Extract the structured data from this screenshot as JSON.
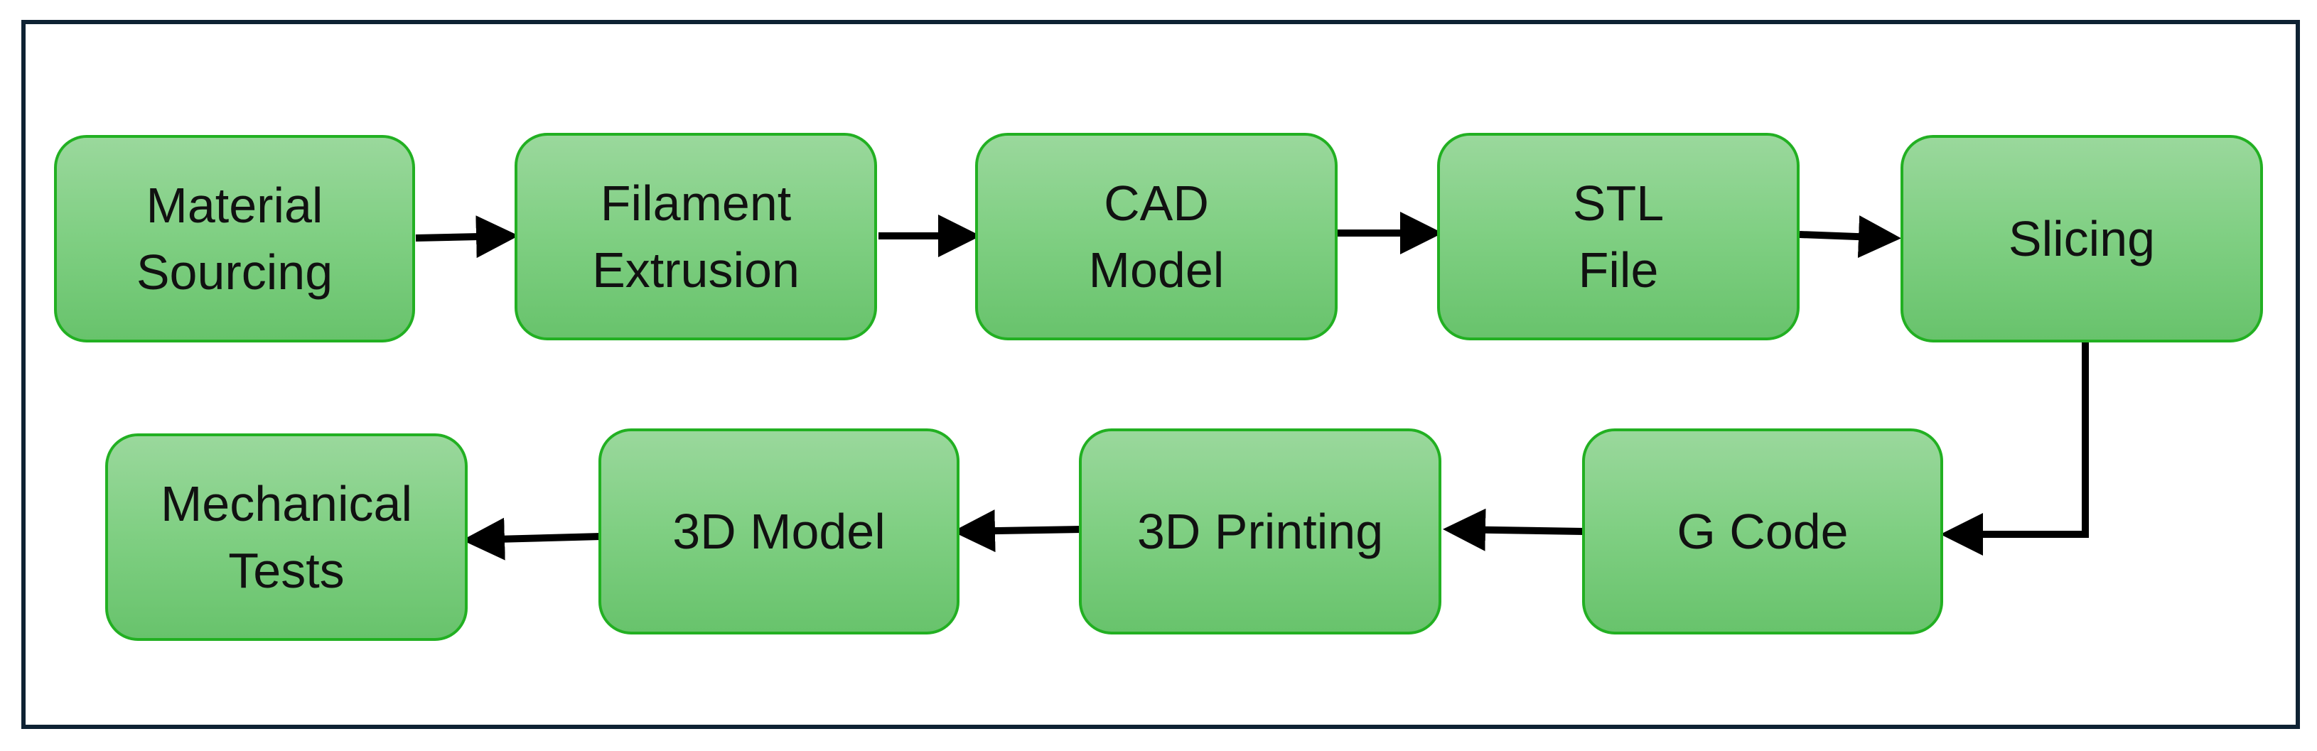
{
  "diagram": {
    "nodes": [
      {
        "id": "material-sourcing",
        "label": "Material\nSourcing"
      },
      {
        "id": "filament-extrusion",
        "label": "Filament\nExtrusion"
      },
      {
        "id": "cad-model",
        "label": "CAD\nModel"
      },
      {
        "id": "stl-file",
        "label": "STL\nFile"
      },
      {
        "id": "slicing",
        "label": "Slicing"
      },
      {
        "id": "g-code",
        "label": "G Code"
      },
      {
        "id": "3d-printing",
        "label": "3D Printing"
      },
      {
        "id": "3d-model",
        "label": "3D Model"
      },
      {
        "id": "mechanical-tests",
        "label": "Mechanical\nTests"
      }
    ],
    "edges": [
      {
        "from": "material-sourcing",
        "to": "filament-extrusion"
      },
      {
        "from": "filament-extrusion",
        "to": "cad-model"
      },
      {
        "from": "cad-model",
        "to": "stl-file"
      },
      {
        "from": "stl-file",
        "to": "slicing"
      },
      {
        "from": "slicing",
        "to": "g-code"
      },
      {
        "from": "g-code",
        "to": "3d-printing"
      },
      {
        "from": "3d-printing",
        "to": "3d-model"
      },
      {
        "from": "3d-model",
        "to": "mechanical-tests"
      }
    ],
    "colors": {
      "node_fill_top": "#9ad89c",
      "node_fill_bottom": "#68c36c",
      "node_border": "#22b022",
      "arrow": "#000000",
      "frame_border": "#0e2233"
    }
  }
}
